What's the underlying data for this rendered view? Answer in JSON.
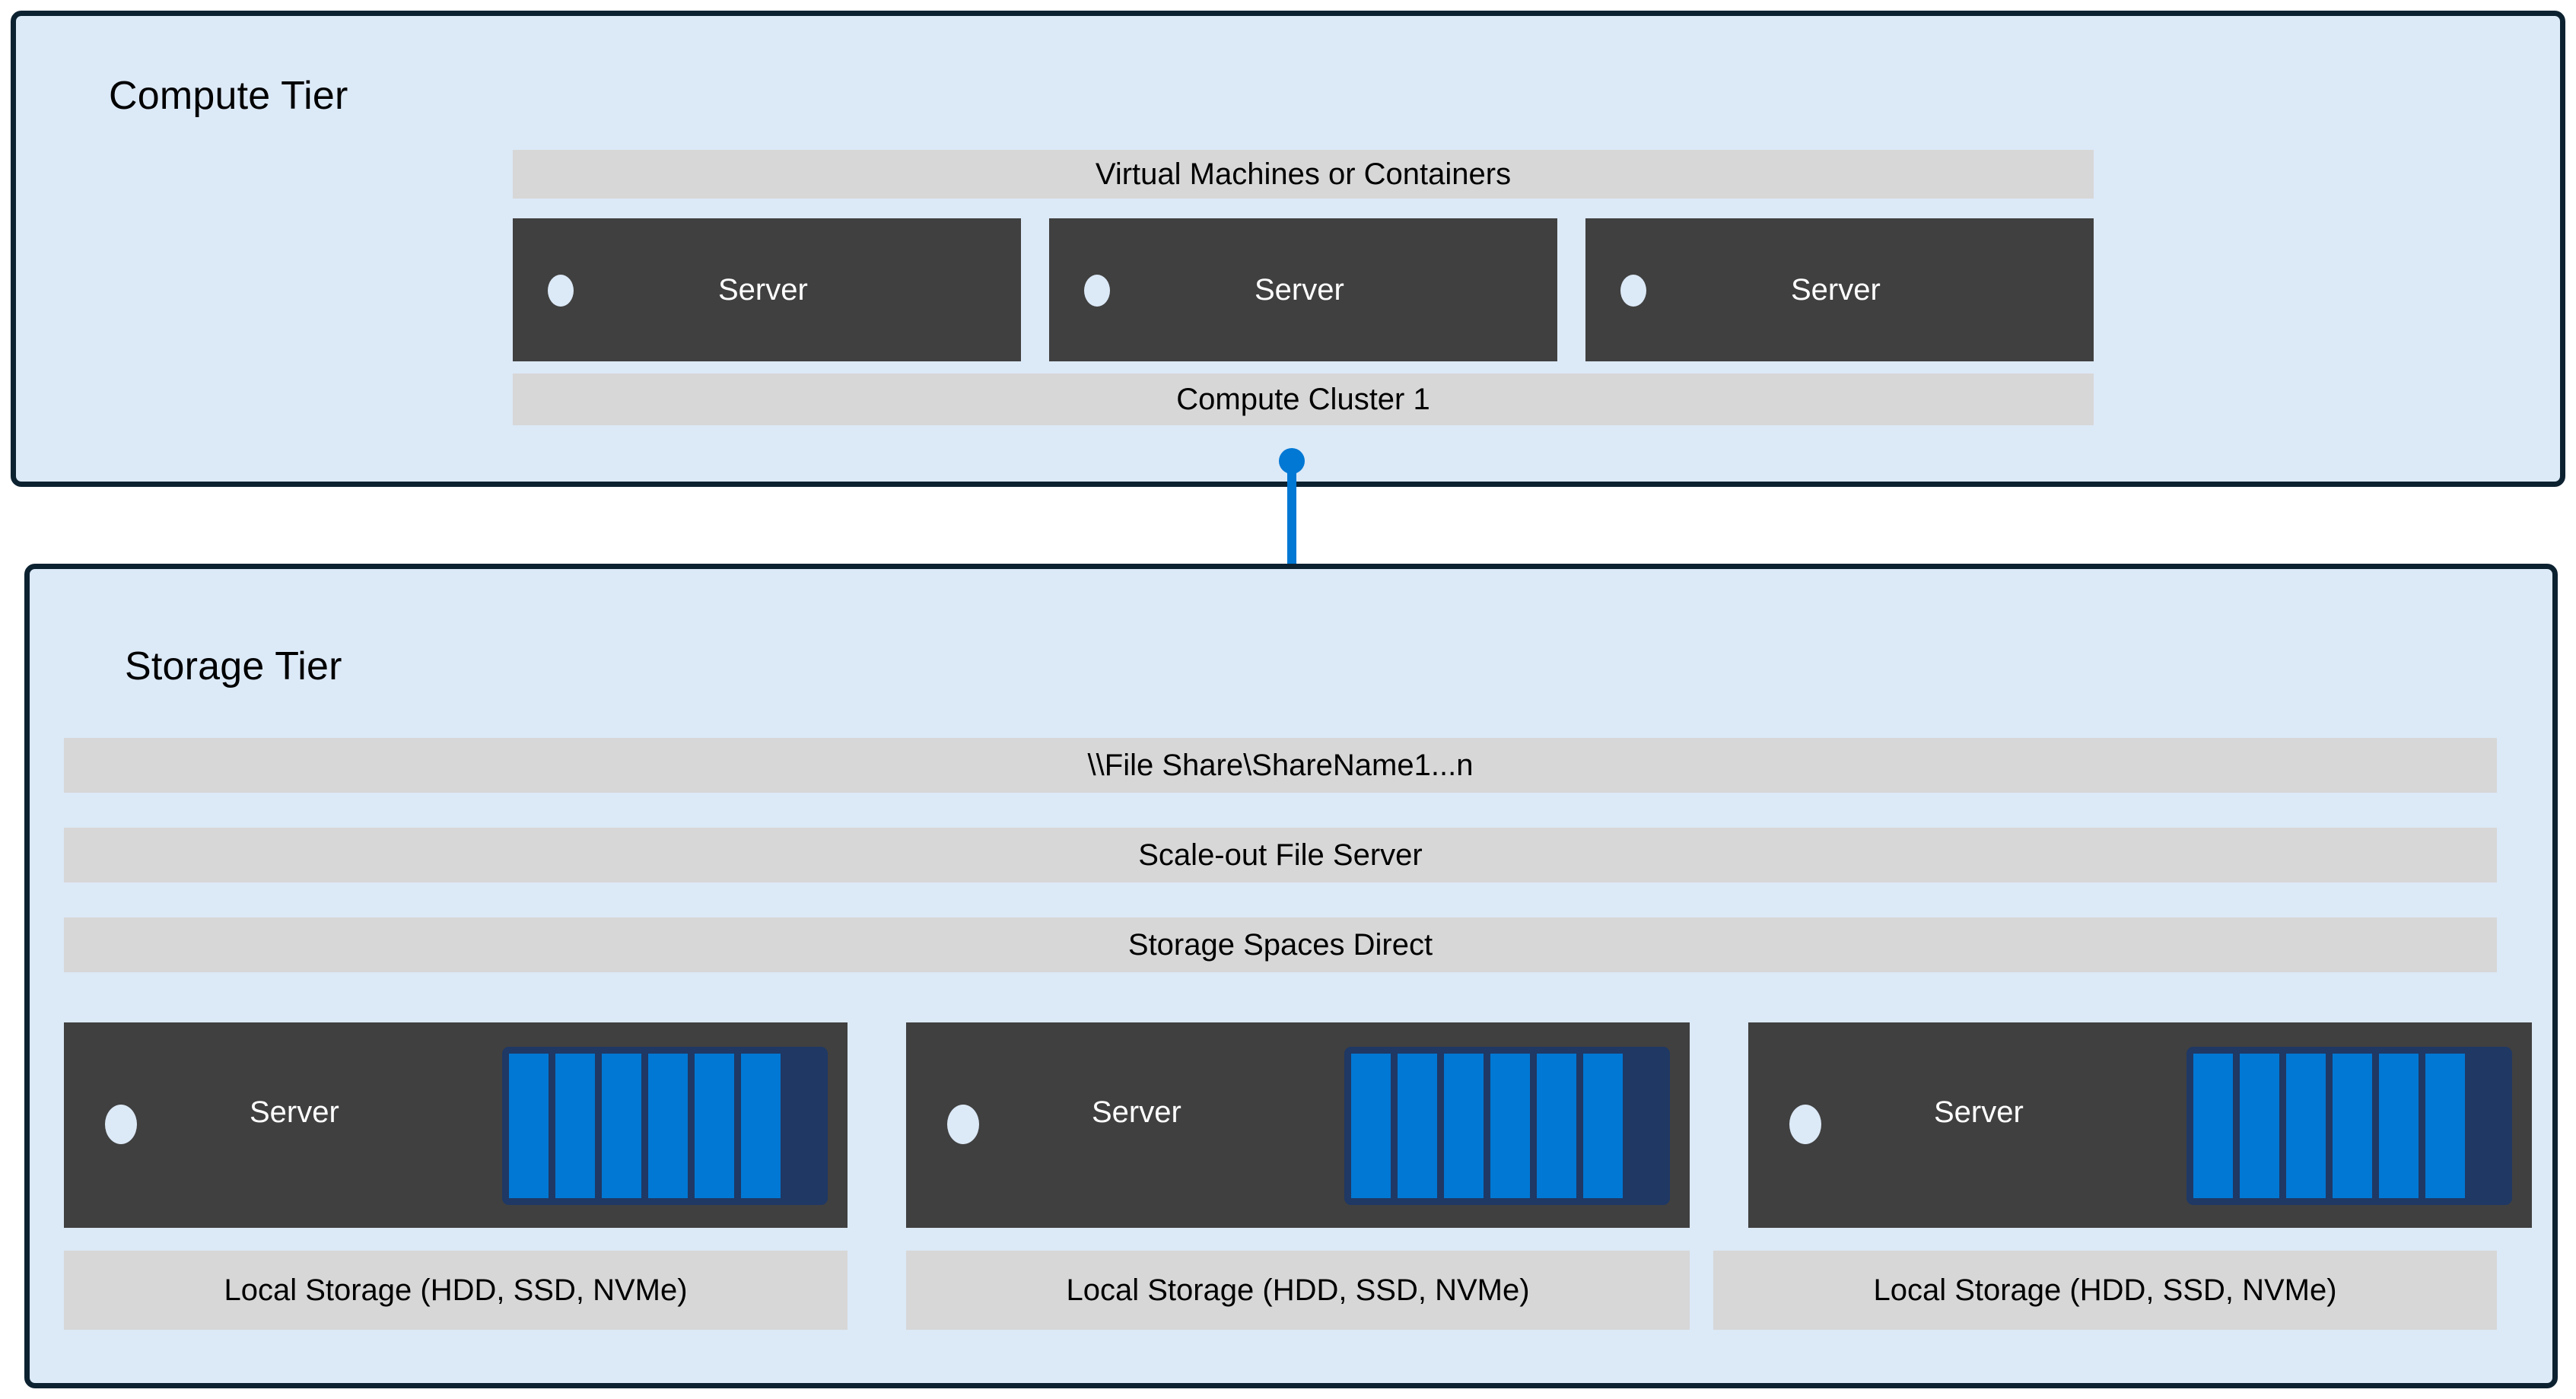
{
  "diagram": {
    "title": "Hyperconverged / disaggregated compute and storage tiers",
    "palette": {
      "tier_fill": "#dce9f7",
      "tier_border": "#0d2231",
      "band_fill": "#d7d7d7",
      "server_fill": "#404040",
      "accent_blue": "#0078d4",
      "disk_frame": "#1f3864",
      "server_dot": "#dce9f7",
      "text_dark": "#000000",
      "text_light": "#ffffff"
    }
  },
  "compute_tier": {
    "title": "Compute Tier",
    "top_band": "Virtual Machines or Containers",
    "bottom_band": "Compute Cluster 1",
    "servers": [
      {
        "label": "Server",
        "dot": "status-dot"
      },
      {
        "label": "Server",
        "dot": "status-dot"
      },
      {
        "label": "Server",
        "dot": "status-dot"
      }
    ]
  },
  "connector": {
    "icon": "folder-icon",
    "endpoint_top": "connection-dot",
    "endpoint_bottom": "connection-dot"
  },
  "storage_tier": {
    "title": "Storage Tier",
    "bands": [
      "\\\\File Share\\ShareName1...n",
      "Scale-out File Server",
      "Storage Spaces Direct"
    ],
    "nodes": [
      {
        "server_label": "Server",
        "dot": "status-dot",
        "disks": 6,
        "local_storage_label": "Local Storage (HDD, SSD, NVMe)"
      },
      {
        "server_label": "Server",
        "dot": "status-dot",
        "disks": 6,
        "local_storage_label": "Local Storage (HDD, SSD, NVMe)"
      },
      {
        "server_label": "Server",
        "dot": "status-dot",
        "disks": 6,
        "local_storage_label": "Local Storage (HDD, SSD, NVMe)"
      }
    ]
  }
}
